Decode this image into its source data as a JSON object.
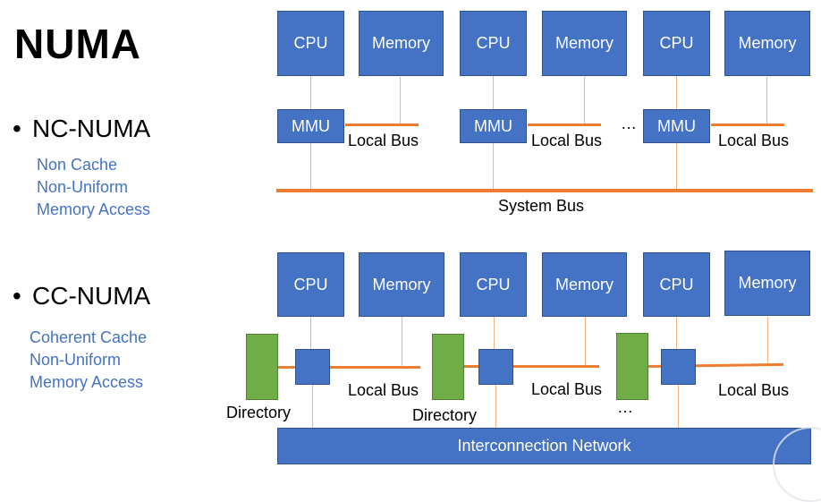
{
  "title": "NUMA",
  "nc": {
    "bullet": "NC-NUMA",
    "desc": [
      "Non Cache",
      "Non-Uniform",
      "Memory Access"
    ],
    "cpu": "CPU",
    "memory": "Memory",
    "mmu": "MMU",
    "local_bus": "Local Bus",
    "ellipsis": "…",
    "system_bus": "System Bus"
  },
  "cc": {
    "bullet": "CC-NUMA",
    "desc": [
      "Coherent Cache",
      "Non-Uniform",
      "Memory Access"
    ],
    "cpu": "CPU",
    "memory": "Memory",
    "directory": "Directory",
    "local_bus": "Local Bus",
    "ellipsis": "…",
    "network": "Interconnection Network"
  },
  "colors": {
    "box_blue": "#4472C4",
    "bus_orange": "#ED7D31",
    "wire_light": "#F4B183",
    "directory_green": "#70AD47",
    "desc_text": "#4472C4"
  },
  "icons": [
    "watermark-seal-icon"
  ]
}
